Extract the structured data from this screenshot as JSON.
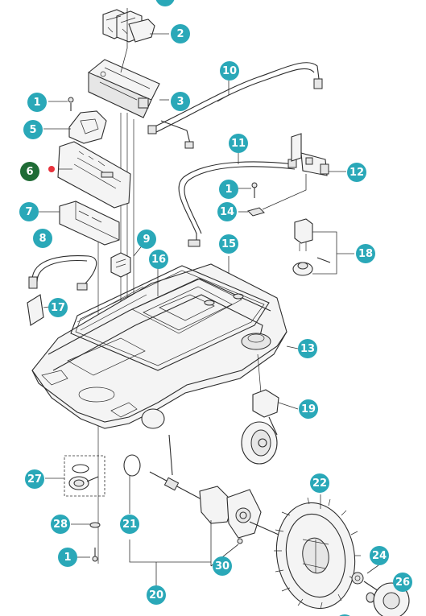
{
  "colors": {
    "callout": "#2aa8b8",
    "highlight_callout": "#1f6b35",
    "highlight_dot": "#e8323c",
    "line": "#2d2d2d"
  },
  "highlighted_part": "6",
  "callouts": [
    {
      "id": "top",
      "label": "",
      "icon": "partial-callout-top"
    },
    {
      "id": "c2",
      "label": "2"
    },
    {
      "id": "c10",
      "label": "10"
    },
    {
      "id": "c1a",
      "label": "1"
    },
    {
      "id": "c3",
      "label": "3"
    },
    {
      "id": "c5",
      "label": "5"
    },
    {
      "id": "c11",
      "label": "11"
    },
    {
      "id": "c6",
      "label": "6"
    },
    {
      "id": "c12",
      "label": "12"
    },
    {
      "id": "c1b",
      "label": "1"
    },
    {
      "id": "c7",
      "label": "7"
    },
    {
      "id": "c14",
      "label": "14"
    },
    {
      "id": "c8",
      "label": "8"
    },
    {
      "id": "c9",
      "label": "9"
    },
    {
      "id": "c15",
      "label": "15"
    },
    {
      "id": "c18",
      "label": "18"
    },
    {
      "id": "c16",
      "label": "16"
    },
    {
      "id": "c17",
      "label": "17"
    },
    {
      "id": "c13",
      "label": "13"
    },
    {
      "id": "c19",
      "label": "19"
    },
    {
      "id": "c27",
      "label": "27"
    },
    {
      "id": "c22",
      "label": "22"
    },
    {
      "id": "c28",
      "label": "28"
    },
    {
      "id": "c21",
      "label": "21"
    },
    {
      "id": "c24",
      "label": "24"
    },
    {
      "id": "c1c",
      "label": "1"
    },
    {
      "id": "c30",
      "label": "30"
    },
    {
      "id": "c26",
      "label": "26"
    },
    {
      "id": "c20",
      "label": "20"
    },
    {
      "id": "bottom",
      "label": "",
      "icon": "partial-callout-bottom"
    }
  ]
}
